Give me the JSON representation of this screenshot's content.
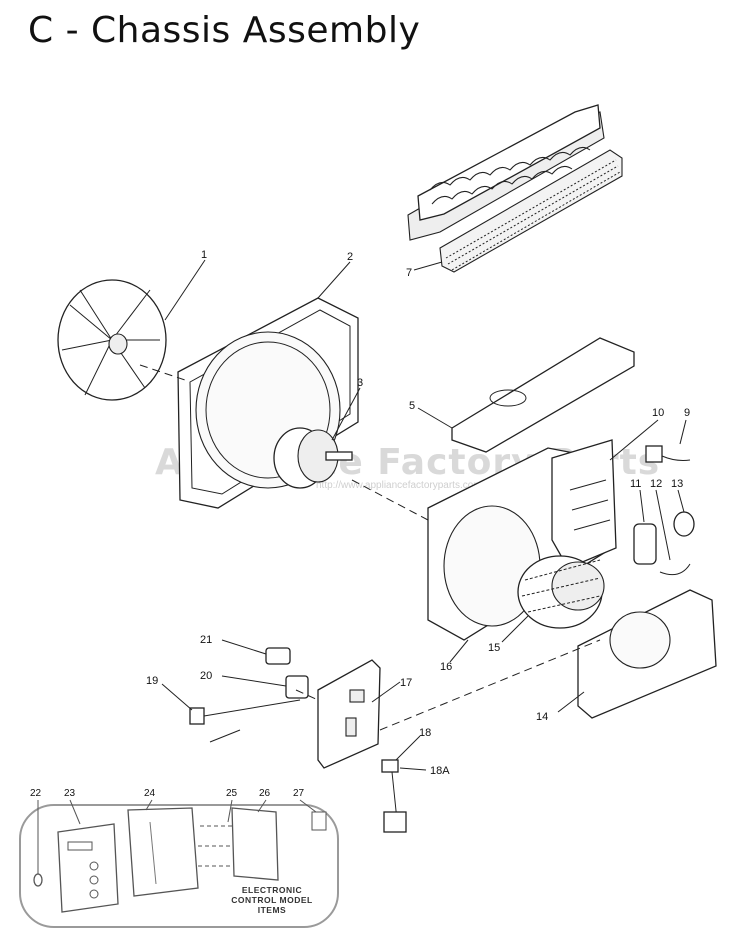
{
  "title": "C - Chassis Assembly",
  "watermark": {
    "text": "Appliance Factory Parts",
    "url": "http://www.appliancefactoryparts.com"
  },
  "callouts": [
    "1",
    "2",
    "3",
    "5",
    "7",
    "9",
    "10",
    "11",
    "12",
    "13",
    "14",
    "15",
    "16",
    "17",
    "18",
    "18A",
    "19",
    "20",
    "21",
    "22",
    "23",
    "24",
    "25",
    "26",
    "27"
  ],
  "inset": {
    "caption_lines": [
      "ELECTRONIC",
      "CONTROL MODEL",
      "ITEMS"
    ]
  }
}
